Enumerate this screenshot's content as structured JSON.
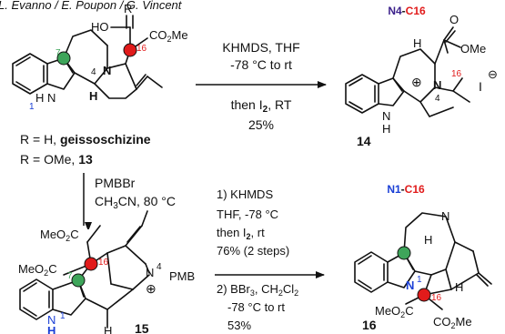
{
  "header": {
    "authors": "L. Evanno / E. Poupon / G. Vincent"
  },
  "colors": {
    "ink": "#111111",
    "red": "#e11b1b",
    "blue": "#1a3fd6",
    "purple": "#3a1f8a",
    "green": "#3ea55a",
    "pink": "#f2a0a0"
  },
  "compound_start": {
    "sub_R": "R",
    "sub_HO": "HO",
    "sub_ester": "CO",
    "sub_ester_2": "2",
    "sub_ester_me": "Me",
    "atom_N4": "N",
    "atom_N4_num": "4",
    "atom_NH": "N",
    "atom_NH_H": "H",
    "atom_NH_num": "1",
    "atom_H": "H",
    "num_7": "7",
    "num_16": "16",
    "line1_prefix": "R = H, ",
    "line1_name": "geissoschizine",
    "line2_prefix": "R = OMe, ",
    "line2_num": "13"
  },
  "reaction_top": {
    "line1": "KHMDS, THF",
    "line2": "-78 °C to rt",
    "line3_a": "then I",
    "line3_sub": "2",
    "line3_b": ", RT",
    "line4": "25%"
  },
  "compound_14": {
    "title": "N4-C16",
    "label": "14",
    "atom_H": "H",
    "atom_O": "O",
    "atom_OMe": "OMe",
    "atom_N4": "N",
    "atom_N4_num": "4",
    "charge": "⊕",
    "atom_NH": "N",
    "atom_NH_H": "H",
    "num_16": "16",
    "iodide": "I",
    "iodide_charge": "⊖"
  },
  "reaction_down": {
    "line1": "PMBBr",
    "line2_a": "CH",
    "line2_sub": "3",
    "line2_b": "CN, 80 °C"
  },
  "compound_15": {
    "label": "15",
    "ester_top": "MeO",
    "ester_top_2": "2",
    "ester_top_c": "C",
    "ester_left": "MeO",
    "ester_left_2": "2",
    "ester_left_c": "C",
    "num_16": "16",
    "num_7": "7",
    "atom_N4": "N",
    "atom_N4_num": "4",
    "pmb": "PMB",
    "charge": "⊕",
    "atom_NH": "N",
    "atom_NH_H": "H",
    "atom_NH_num": "1",
    "atom_H": "H"
  },
  "reaction_bottom": {
    "line1": "1) KHMDS",
    "line2": "THF, -78 °C",
    "line3_a": "then I",
    "line3_sub": "2",
    "line3_b": ", rt",
    "line4": "76% (2 steps)",
    "line5_a": "2) BBr",
    "line5_sub1": "3",
    "line5_b": ", CH",
    "line5_sub2": "2",
    "line5_c": "Cl",
    "line5_sub3": "2",
    "line6": "-78 °C to rt",
    "line7": "53%"
  },
  "compound_16": {
    "title": "N1-C16",
    "label": "16",
    "atom_N_top": "N",
    "atom_N1": "N",
    "atom_N1_num": "1",
    "atom_H1": "H",
    "atom_H2": "H",
    "num_16": "16",
    "ester_left_a": "MeO",
    "ester_left_2": "2",
    "ester_left_c": "C",
    "ester_right_a": "CO",
    "ester_right_2": "2",
    "ester_right_me": "Me"
  }
}
